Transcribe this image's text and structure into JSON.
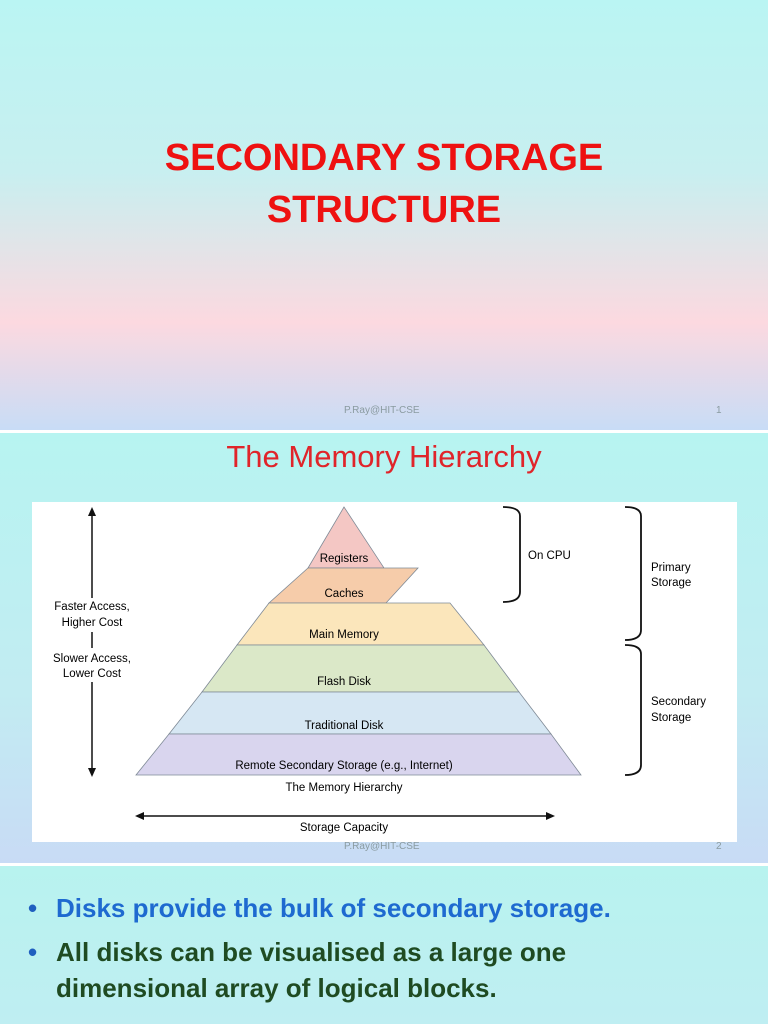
{
  "slide1": {
    "title_line1": "SECONDARY STORAGE",
    "title_line2": "STRUCTURE",
    "footer": "P.Ray@HIT-CSE",
    "page": "1"
  },
  "slide2": {
    "title": "The Memory Hierarchy",
    "footer": "P.Ray@HIT-CSE",
    "page": "2",
    "diagram": {
      "levels": [
        {
          "label": "Registers",
          "color": "#f4c7c4"
        },
        {
          "label": "Caches",
          "color": "#f6ccaa"
        },
        {
          "label": "Main Memory",
          "color": "#fbe6bb"
        },
        {
          "label": "Flash Disk",
          "color": "#dbe8c8"
        },
        {
          "label": "Traditional Disk",
          "color": "#d6e7f3"
        },
        {
          "label": "Remote Secondary Storage (e.g., Internet)",
          "color": "#d9d5ee"
        }
      ],
      "caption": "The Memory Hierarchy",
      "left_top_label_1": "Faster Access,",
      "left_top_label_2": "Higher Cost",
      "left_bottom_label_1": "Slower Access,",
      "left_bottom_label_2": "Lower Cost",
      "on_cpu": "On CPU",
      "primary_1": "Primary",
      "primary_2": "Storage",
      "secondary_1": "Secondary",
      "secondary_2": "Storage",
      "capacity": "Storage Capacity"
    }
  },
  "slide3": {
    "bullet_char": "•",
    "bullet1": "Disks provide the bulk of secondary storage.",
    "bullet2_line1": "All disks can be visualised as a large one",
    "bullet2_line2": "dimensional array of logical blocks."
  }
}
